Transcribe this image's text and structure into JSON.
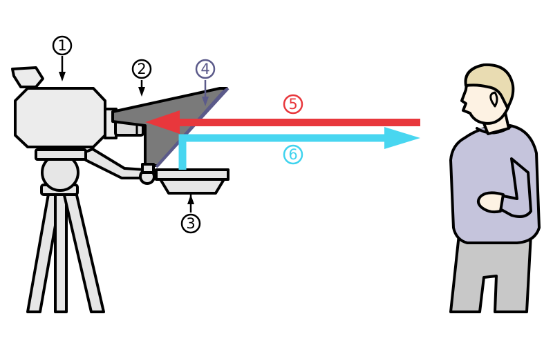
{
  "callouts": [
    {
      "text": "1",
      "color": "#000000"
    },
    {
      "text": "2",
      "color": "#000000"
    },
    {
      "text": "3",
      "color": "#000000"
    },
    {
      "text": "4",
      "color": "#5b5a8a"
    },
    {
      "text": "5",
      "color": "#e8373c"
    },
    {
      "text": "6",
      "color": "#3fd3ee"
    }
  ],
  "colors": {
    "outline": "#000000",
    "camera_body": "#ececec",
    "tripod": "#e6e6e6",
    "hood": "#7a7a7a",
    "glass": "#5b5a8a",
    "red_arrow": "#e8373c",
    "cyan_arrow": "#48d6f0",
    "sweater": "#c5c4dc",
    "skin": "#fdf2e3",
    "hair": "#e9dcb2",
    "pants": "#c8c8c8"
  }
}
